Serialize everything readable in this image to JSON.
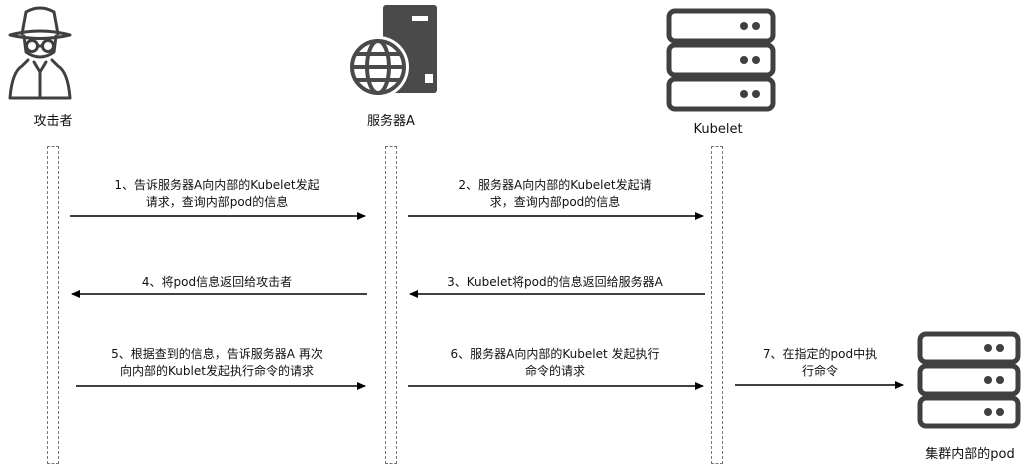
{
  "actors": {
    "attacker": "攻击者",
    "server": "服务器A",
    "kubelet": "Kubelet",
    "pod": "集群内部的pod"
  },
  "messages": {
    "m1": {
      "line1": "1、告诉服务器A向内部的Kubelet发起",
      "line2": "请求，查询内部pod的信息"
    },
    "m2": {
      "line1": "2、服务器A向内部的Kubelet发起请",
      "line2": "求，查询内部pod的信息"
    },
    "m3": {
      "line1": "3、Kubelet将pod的信息返回给服务器A"
    },
    "m4": {
      "line1": "4、将pod信息返回给攻击者"
    },
    "m5": {
      "line1": "5、根据查到的信息，告诉服务器A 再次",
      "line2": "向内部的Kublet发起执行命令的请求"
    },
    "m6": {
      "line1": "6、服务器A向内部的Kubelet 发起执行",
      "line2": "命令的请求"
    },
    "m7": {
      "line1": "7、在指定的pod中执",
      "line2": "行命令"
    }
  },
  "colors": {
    "icon": "#404040",
    "arrow": "#000000",
    "lifeline_border": "#777777"
  },
  "icons": {
    "attacker": "spy-icon",
    "server": "web-server-icon",
    "kubelet": "server-rack-icon",
    "pod": "server-rack-icon"
  }
}
